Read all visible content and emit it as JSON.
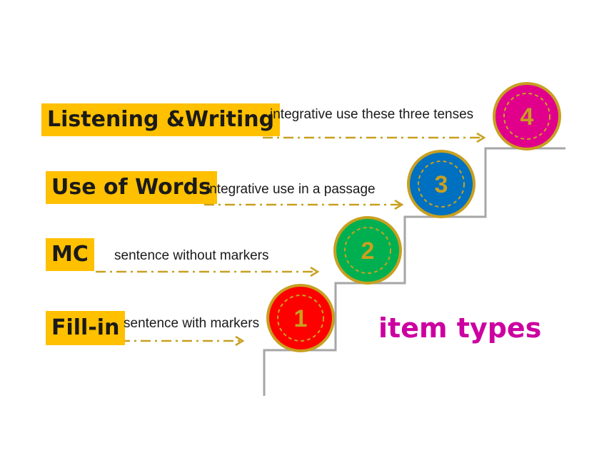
{
  "title": {
    "text": "item types",
    "color": "#cc00a0"
  },
  "colors": {
    "label_bg": "#ffc000",
    "arrow": "#c8a020",
    "step_line": "#a6a6a6",
    "circle_border": "#c8a020",
    "circle_number": "#c8a020"
  },
  "levels": [
    {
      "number": "1",
      "label": "Fill-in",
      "description": "sentence with markers",
      "circle_color": "#ff0000"
    },
    {
      "number": "2",
      "label": "MC",
      "description": "sentence without  markers",
      "circle_color": "#00b050"
    },
    {
      "number": "3",
      "label": "Use of Words",
      "description": "integrative use in a passage",
      "circle_color": "#0070c0"
    },
    {
      "number": "4",
      "label": "Listening &Writing",
      "description": "integrative use these three tenses",
      "circle_color": "#e0008c"
    }
  ]
}
